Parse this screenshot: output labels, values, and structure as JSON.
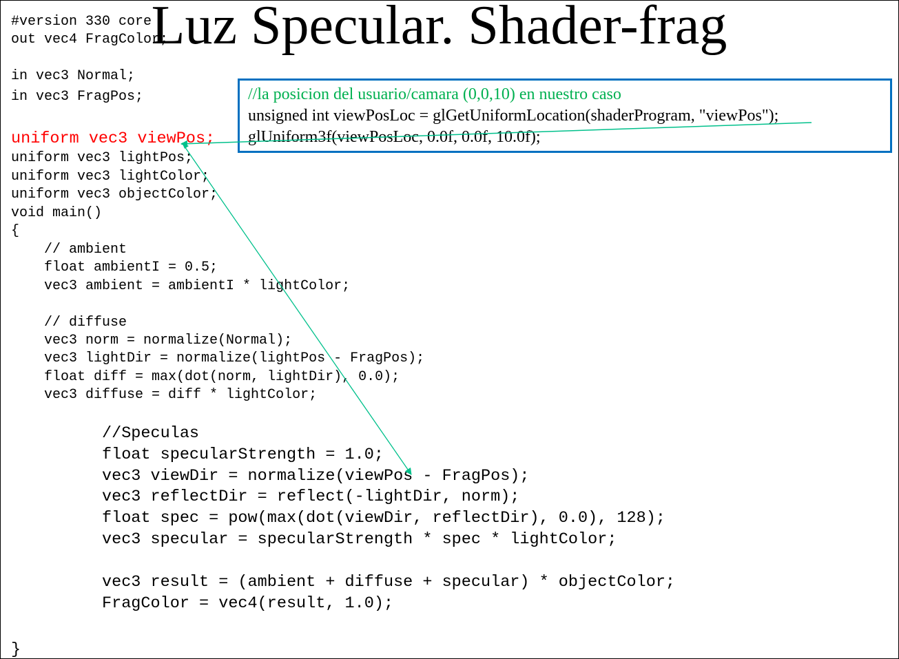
{
  "slide": {
    "title": "Luz Specular. Shader-frag",
    "annotation_color": "#00c08b",
    "box_border_color": "#0070c0"
  },
  "code": {
    "lines": [
      "#version 330 core",
      "out vec4 FragColor;",
      "in vec3 Normal;",
      "in vec3 FragPos;",
      "uniform vec3 viewPos;",
      "uniform vec3 lightPos;",
      "uniform vec3 lightColor;",
      "uniform vec3 objectColor;",
      "void main()",
      "{",
      "    // ambient",
      "    float ambientI = 0.5;",
      "    vec3 ambient = ambientI * lightColor;",
      "    // diffuse",
      "    vec3 norm = normalize(Normal);",
      "    vec3 lightDir = normalize(lightPos - FragPos);",
      "    float diff = max(dot(norm, lightDir), 0.0);",
      "    vec3 diffuse = diff * lightColor;",
      "//Speculas",
      "float specularStrength = 1.0;",
      "vec3 viewDir = normalize(viewPos - FragPos);",
      "vec3 reflectDir = reflect(-lightDir, norm);",
      "float spec = pow(max(dot(viewDir, reflectDir), 0.0), 128);",
      "vec3 specular = specularStrength * spec * lightColor;",
      "vec3 result = (ambient + diffuse + specular) * objectColor;",
      "FragColor = vec4(result, 1.0);",
      "}"
    ]
  },
  "callout": {
    "comment": "//la posicion del usuario/camara (0,0,10) en nuestro caso",
    "line1": "unsigned int viewPosLoc = glGetUniformLocation(shaderProgram, \"viewPos\");",
    "line2": "glUniform3f(viewPosLoc, 0.0f, 0.0f, 10.0f);"
  }
}
